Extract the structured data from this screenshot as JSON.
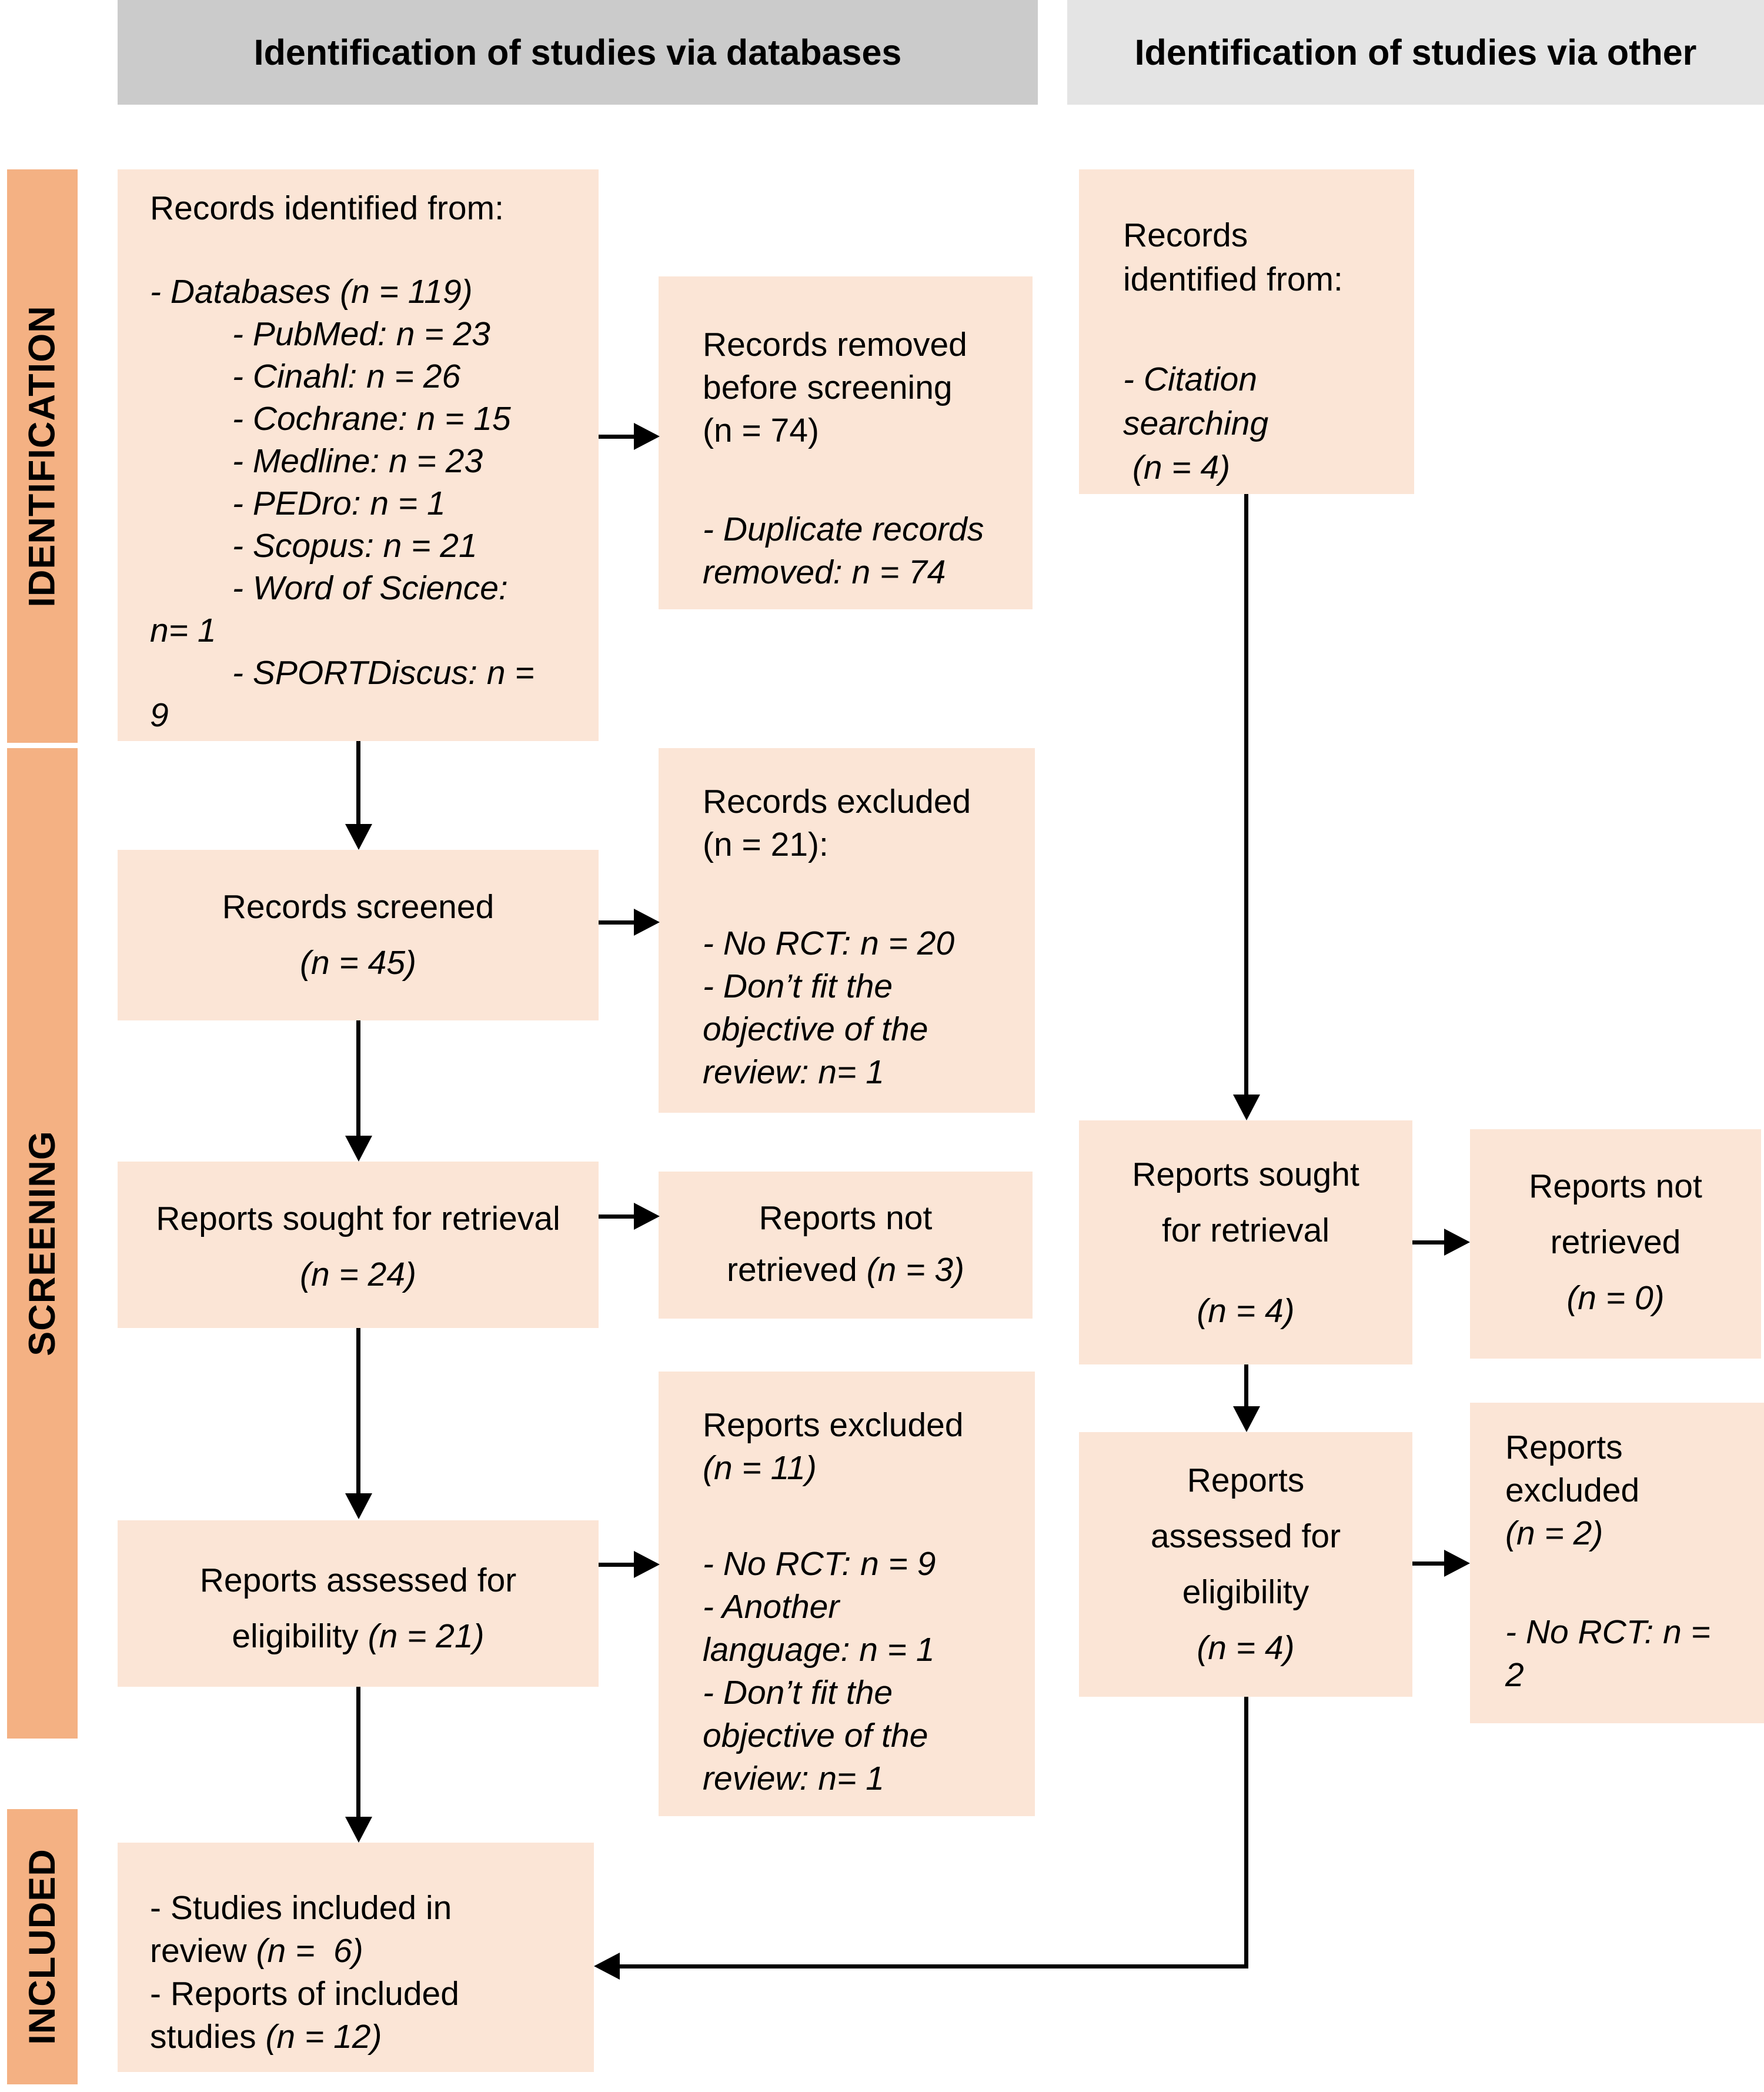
{
  "headers": {
    "left": "Identification of studies via databases",
    "right": "Identification of studies via other"
  },
  "sidebar": {
    "identification": "IDENTIFICATION",
    "screening": "SCREENING",
    "included": "INCLUDED"
  },
  "colors": {
    "box_fill": "#fbe5d6",
    "sidebar_fill": "#f4b183",
    "header_left_fill": "#cbcbcb",
    "header_right_fill": "#e4e4e4",
    "arrow": "#000000"
  },
  "boxes": {
    "db_identified": {
      "lines": [
        {
          "s": [
            [
              "Records identified from:",
              0
            ]
          ]
        },
        "",
        {
          "s": [
            [
              "- Databases (n = 119)",
              1
            ]
          ]
        },
        {
          "i": 1,
          "s": [
            [
              "- PubMed: n = 23",
              1
            ]
          ]
        },
        {
          "i": 1,
          "s": [
            [
              "- Cinahl: n = 26",
              1
            ]
          ]
        },
        {
          "i": 1,
          "s": [
            [
              "- Cochrane: n = 15",
              1
            ]
          ]
        },
        {
          "i": 1,
          "s": [
            [
              "- Medline: n = 23",
              1
            ]
          ]
        },
        {
          "i": 1,
          "s": [
            [
              "- PEDro: n = 1",
              1
            ]
          ]
        },
        {
          "i": 1,
          "s": [
            [
              "- Scopus: n = 21",
              1
            ]
          ]
        },
        {
          "i": 1,
          "s": [
            [
              "- Word of Science:",
              1
            ]
          ]
        },
        {
          "s": [
            [
              "n= 1",
              1
            ]
          ]
        },
        {
          "i": 1,
          "s": [
            [
              "- SPORTDiscus: n =",
              1
            ]
          ]
        },
        {
          "s": [
            [
              "9",
              1
            ]
          ]
        }
      ]
    },
    "removed_before_screening": {
      "lines": [
        {
          "s": [
            [
              "Records removed",
              0
            ]
          ]
        },
        {
          "s": [
            [
              "before screening",
              0
            ]
          ]
        },
        {
          "s": [
            [
              "(n = 74)",
              0
            ]
          ]
        },
        "",
        {
          "s": [
            [
              "- Duplicate records",
              1
            ]
          ]
        },
        {
          "s": [
            [
              "removed: n = 74",
              1
            ]
          ]
        }
      ]
    },
    "citation_identified": {
      "lines": [
        {
          "s": [
            [
              "Records",
              0
            ]
          ]
        },
        {
          "s": [
            [
              "identified from:",
              0
            ]
          ]
        },
        "",
        {
          "s": [
            [
              "- Citation",
              1
            ]
          ]
        },
        {
          "s": [
            [
              "searching",
              1
            ]
          ]
        },
        {
          "s": [
            [
              " (n = 4)",
              1
            ]
          ]
        }
      ]
    },
    "records_screened": {
      "lines": [
        {
          "s": [
            [
              "Records screened",
              0
            ]
          ]
        },
        {
          "s": [
            [
              "(n = 45)",
              1
            ]
          ]
        }
      ]
    },
    "records_excluded": {
      "lines": [
        {
          "s": [
            [
              "Records excluded",
              0
            ]
          ]
        },
        {
          "s": [
            [
              "(n = 21):",
              0
            ]
          ]
        },
        "",
        {
          "s": [
            [
              "- No RCT: n = 20",
              1
            ]
          ]
        },
        {
          "s": [
            [
              "- Don’t fit the",
              1
            ]
          ]
        },
        {
          "s": [
            [
              "objective of the",
              1
            ]
          ]
        },
        {
          "s": [
            [
              "review: n= 1",
              1
            ]
          ]
        }
      ]
    },
    "reports_sought_db": {
      "lines": [
        {
          "s": [
            [
              "Reports sought for retrieval",
              0
            ]
          ]
        },
        {
          "s": [
            [
              "(n = 24)",
              1
            ]
          ]
        }
      ]
    },
    "reports_not_retrieved_db": {
      "lines": [
        {
          "s": [
            [
              "Reports not",
              0
            ]
          ]
        },
        {
          "s": [
            [
              "retrieved ",
              0
            ],
            [
              "(n = 3)",
              1
            ]
          ]
        }
      ]
    },
    "reports_assessed_db": {
      "lines": [
        {
          "s": [
            [
              "Reports assessed for",
              0
            ]
          ]
        },
        {
          "s": [
            [
              "eligibility ",
              0
            ],
            [
              "(n = 21)",
              1
            ]
          ]
        }
      ]
    },
    "reports_excluded_db": {
      "lines": [
        {
          "s": [
            [
              "Reports excluded",
              0
            ]
          ]
        },
        {
          "s": [
            [
              "(n = 11)",
              1
            ]
          ]
        },
        "",
        {
          "s": [
            [
              "- No RCT: n = 9",
              1
            ]
          ]
        },
        {
          "s": [
            [
              "- Another",
              1
            ]
          ]
        },
        {
          "s": [
            [
              "language: n = 1",
              1
            ]
          ]
        },
        {
          "s": [
            [
              "- Don’t fit the",
              1
            ]
          ]
        },
        {
          "s": [
            [
              "objective of the",
              1
            ]
          ]
        },
        {
          "s": [
            [
              "review: n= 1",
              1
            ]
          ]
        }
      ]
    },
    "reports_sought_other": {
      "lines": [
        {
          "s": [
            [
              "Reports sought",
              0
            ]
          ]
        },
        {
          "s": [
            [
              "for retrieval",
              0
            ]
          ]
        },
        "",
        {
          "s": [
            [
              "(n = 4)",
              1
            ]
          ]
        }
      ]
    },
    "reports_not_retrieved_other": {
      "lines": [
        {
          "s": [
            [
              "Reports not",
              0
            ]
          ]
        },
        {
          "s": [
            [
              "retrieved",
              0
            ]
          ]
        },
        {
          "s": [
            [
              "(n = 0)",
              1
            ]
          ]
        }
      ]
    },
    "reports_assessed_other": {
      "lines": [
        {
          "s": [
            [
              "Reports",
              0
            ]
          ]
        },
        {
          "s": [
            [
              "assessed for",
              0
            ]
          ]
        },
        {
          "s": [
            [
              "eligibility",
              0
            ]
          ]
        },
        {
          "s": [
            [
              "(n = 4)",
              1
            ]
          ]
        }
      ]
    },
    "reports_excluded_other": {
      "lines": [
        {
          "s": [
            [
              "Reports",
              0
            ]
          ]
        },
        {
          "s": [
            [
              "excluded",
              0
            ]
          ]
        },
        {
          "s": [
            [
              "(n = 2)",
              1
            ]
          ]
        },
        "",
        {
          "s": [
            [
              "- No RCT: n =",
              1
            ]
          ]
        },
        {
          "s": [
            [
              "2",
              1
            ]
          ]
        }
      ]
    },
    "included": {
      "lines": [
        {
          "s": [
            [
              "- Studies included in",
              0
            ]
          ]
        },
        {
          "s": [
            [
              "review ",
              0
            ],
            [
              "(n =  6)",
              1
            ]
          ]
        },
        {
          "s": [
            [
              "- Reports of included",
              0
            ]
          ]
        },
        {
          "s": [
            [
              "studies ",
              0
            ],
            [
              "(n = 12)",
              1
            ]
          ]
        }
      ]
    }
  }
}
